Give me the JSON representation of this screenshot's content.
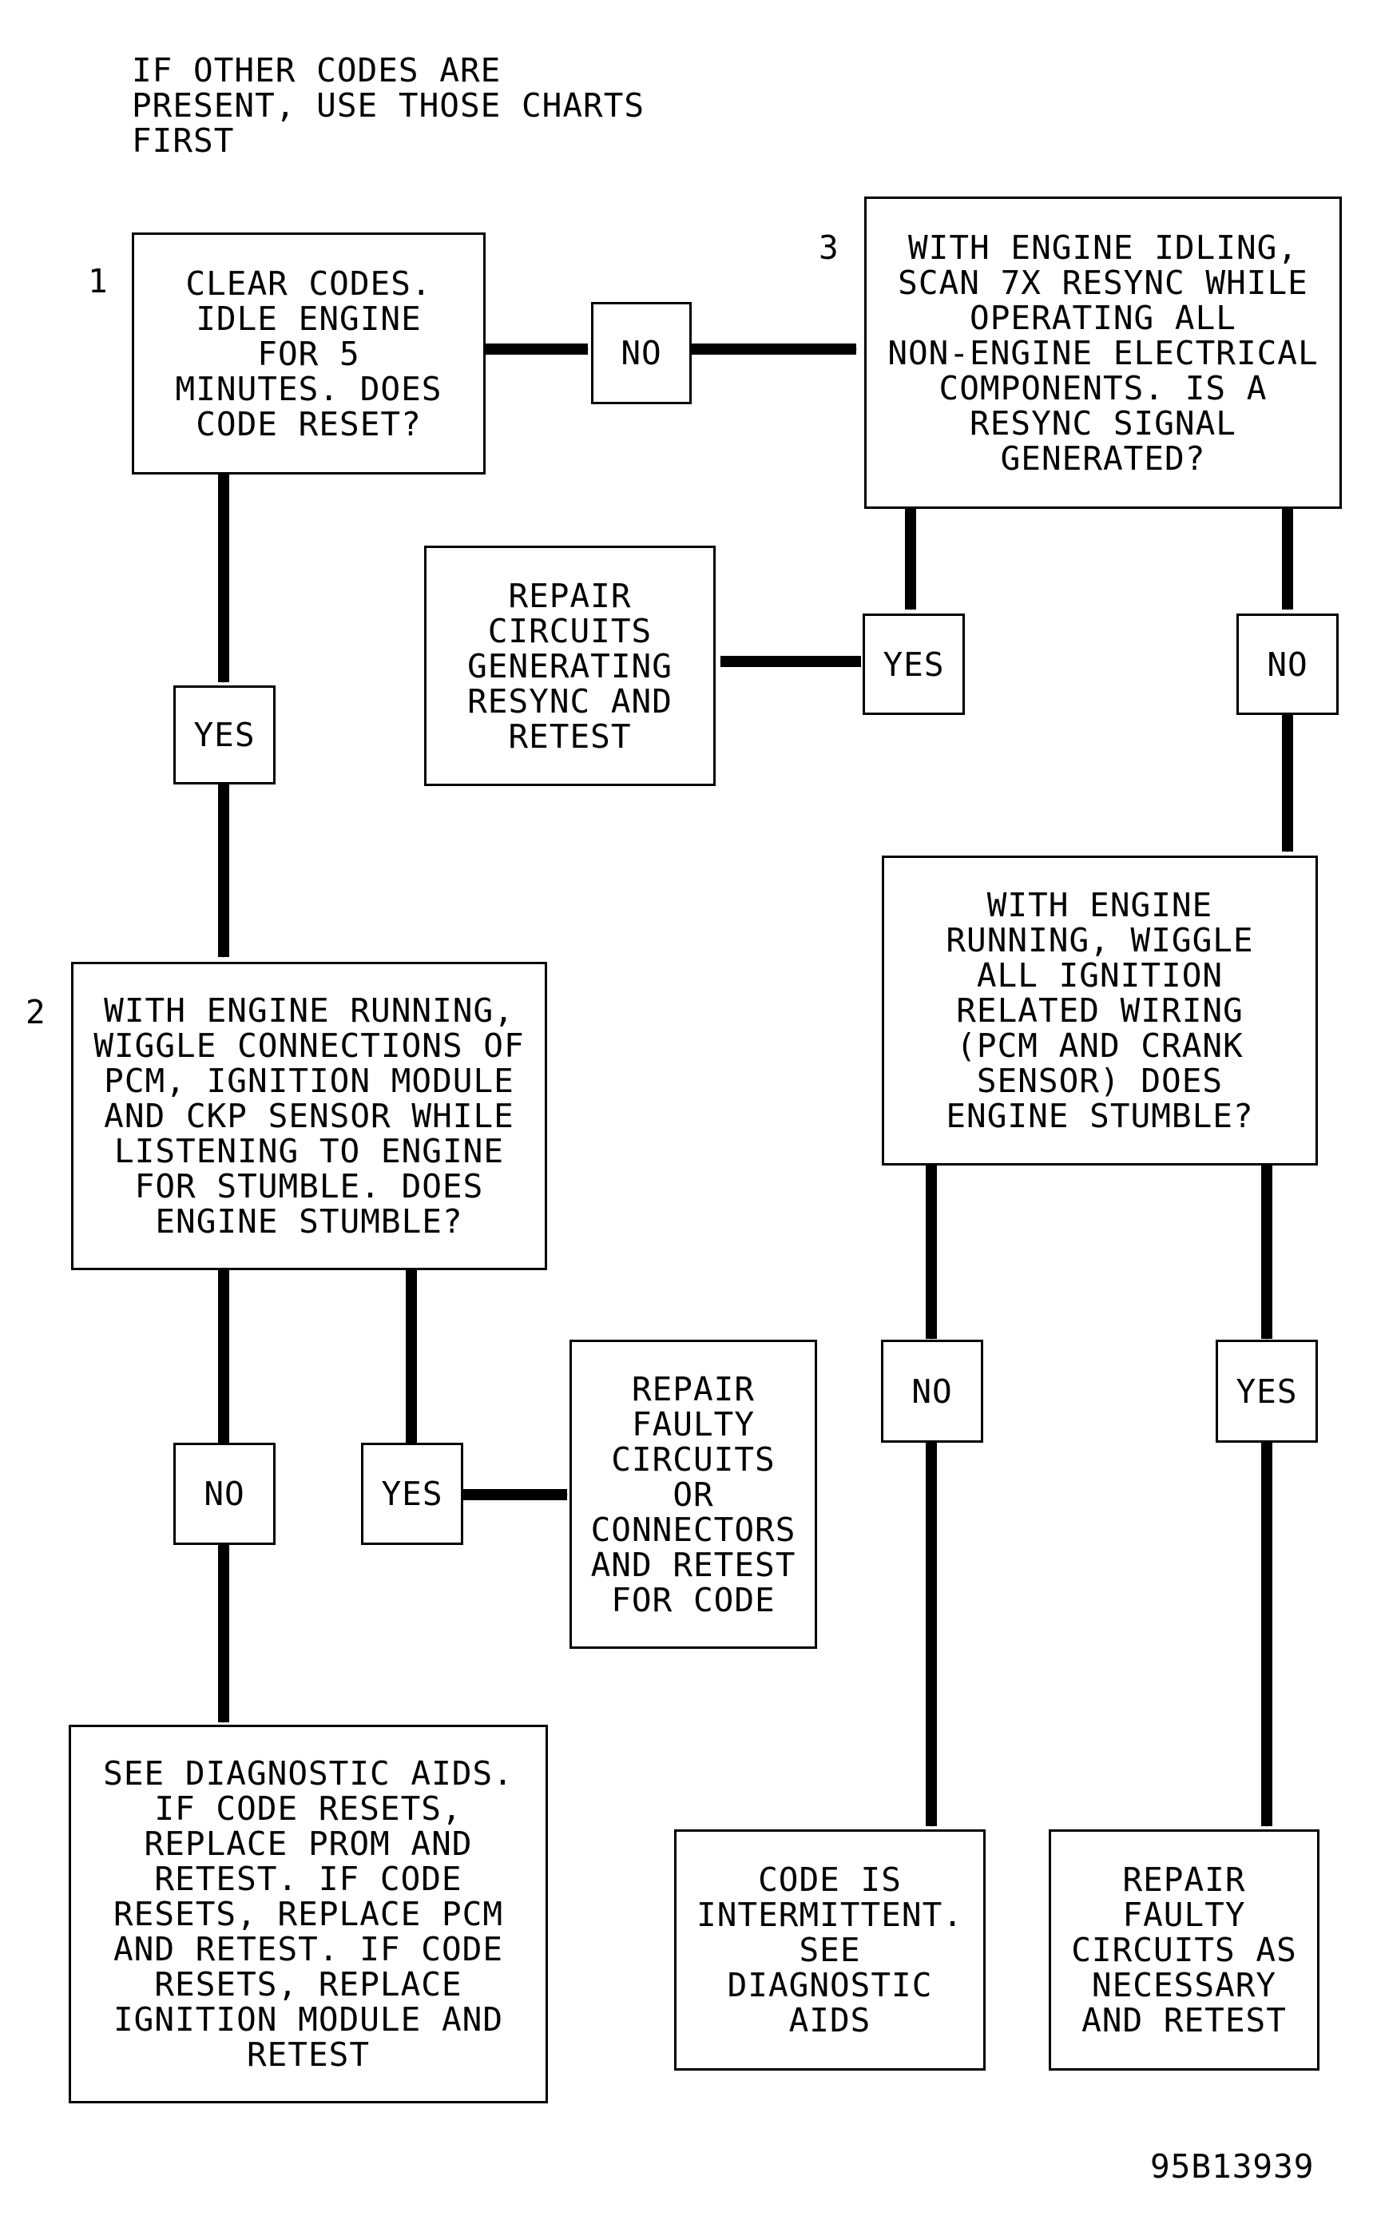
{
  "header_note": "IF OTHER CODES ARE\nPRESENT, USE THOSE CHARTS\nFIRST",
  "steps": {
    "s1": {
      "number": "1",
      "text": "CLEAR CODES.\nIDLE ENGINE\nFOR 5\nMINUTES. DOES\nCODE RESET?"
    },
    "s2": {
      "number": "2",
      "text": "WITH ENGINE RUNNING,\nWIGGLE CONNECTIONS OF\nPCM, IGNITION MODULE\nAND CKP SENSOR WHILE\nLISTENING TO ENGINE\nFOR STUMBLE. DOES\nENGINE STUMBLE?"
    },
    "s3": {
      "number": "3",
      "text": "WITH ENGINE IDLING,\nSCAN 7X RESYNC WHILE\nOPERATING ALL\nNON-ENGINE ELECTRICAL\nCOMPONENTS. IS A\nRESYNC SIGNAL\nGENERATED?"
    },
    "s4": {
      "text": "WITH ENGINE\nRUNNING, WIGGLE\nALL IGNITION\nRELATED WIRING\n(PCM AND CRANK\nSENSOR) DOES\nENGINE STUMBLE?"
    }
  },
  "outcomes": {
    "repair_resync": "REPAIR\nCIRCUITS\nGENERATING\nRESYNC AND\nRETEST",
    "repair_faulty_connectors": "REPAIR\nFAULTY\nCIRCUITS\nOR\nCONNECTORS\nAND RETEST\nFOR CODE",
    "see_diag_aids": "SEE DIAGNOSTIC AIDS.\nIF CODE RESETS,\nREPLACE PROM AND\nRETEST. IF CODE\nRESETS, REPLACE PCM\nAND RETEST. IF CODE\nRESETS, REPLACE\nIGNITION MODULE AND\nRETEST",
    "intermittent": "CODE IS\nINTERMITTENT.\nSEE\nDIAGNOSTIC\nAIDS",
    "repair_faulty_necessary": "REPAIR\nFAULTY\nCIRCUITS AS\nNECESSARY\nAND RETEST"
  },
  "labels": {
    "yes": "YES",
    "no": "NO"
  },
  "figure_id": "95B13939"
}
